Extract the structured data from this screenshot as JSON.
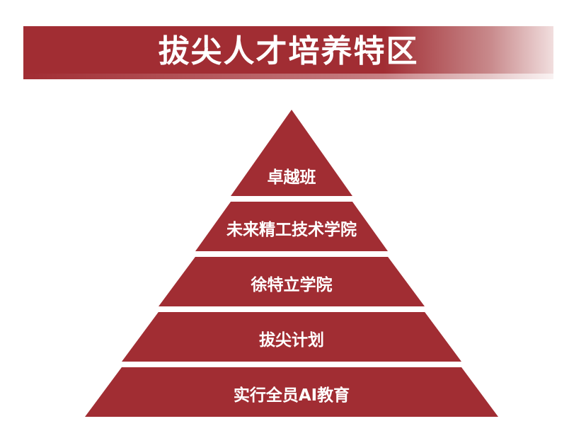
{
  "title": "拔尖人才培养特区",
  "colors": {
    "brand_red": "#a12d33",
    "text": "#ffffff",
    "background": "#ffffff"
  },
  "pyramid": {
    "tiers": [
      {
        "label": "卓越班"
      },
      {
        "label": "未来精工技术学院"
      },
      {
        "label": "徐特立学院"
      },
      {
        "label": "拔尖计划"
      },
      {
        "label": "实行全员AI教育"
      }
    ]
  }
}
